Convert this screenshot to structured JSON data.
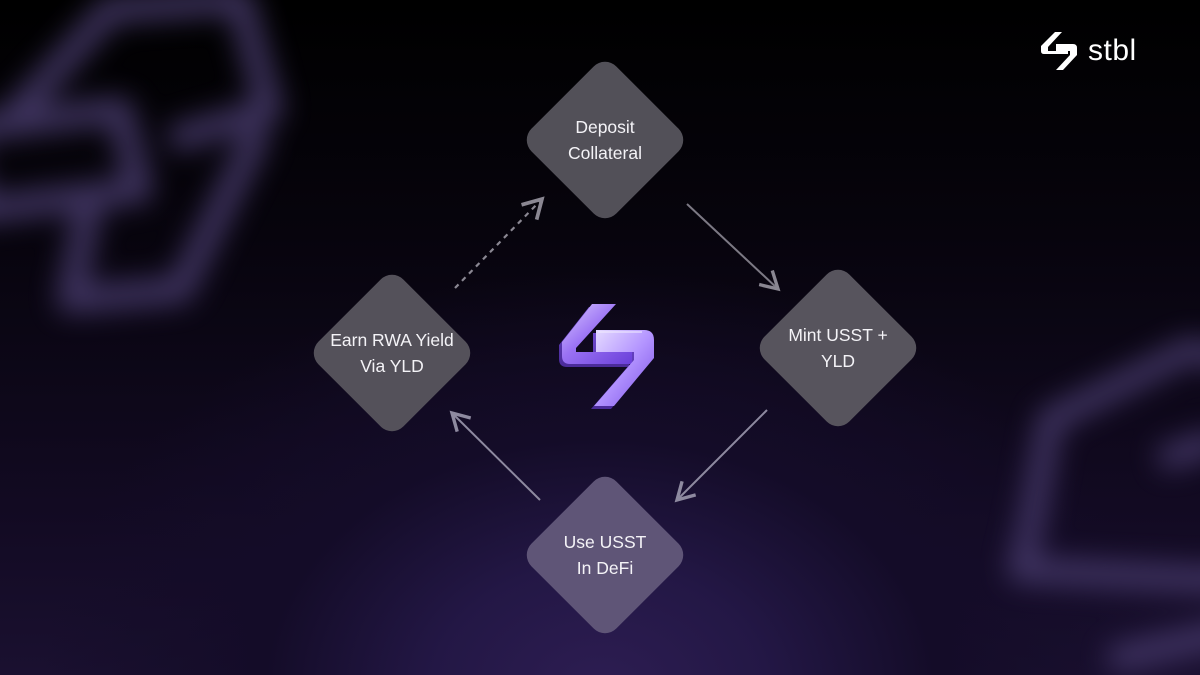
{
  "brand": {
    "name": "stbl",
    "icon": "stbl-logo-icon"
  },
  "diagram": {
    "type": "cycle",
    "center": {
      "icon": "stbl-3d-logo-icon"
    },
    "nodes": [
      {
        "id": "deposit",
        "label": "Deposit\nCollateral",
        "position": "top"
      },
      {
        "id": "mint",
        "label": "Mint USST +\nYLD",
        "position": "right"
      },
      {
        "id": "use",
        "label": "Use USST\nIn DeFi",
        "position": "bottom"
      },
      {
        "id": "earn",
        "label": "Earn RWA Yield\nVia YLD",
        "position": "left"
      }
    ],
    "edges": [
      {
        "from": "deposit",
        "to": "mint",
        "style": "solid"
      },
      {
        "from": "mint",
        "to": "use",
        "style": "solid"
      },
      {
        "from": "use",
        "to": "earn",
        "style": "solid"
      },
      {
        "from": "earn",
        "to": "deposit",
        "style": "dashed"
      }
    ]
  },
  "colors": {
    "background_top": "#000000",
    "background_glow": "#2d1d52",
    "node_fill": "#525058",
    "node_fill_bottom": "#5f5577",
    "node_text": "#f4f3f7",
    "arrow": "#8a8792",
    "accent_purple": "#8b6cf0"
  }
}
